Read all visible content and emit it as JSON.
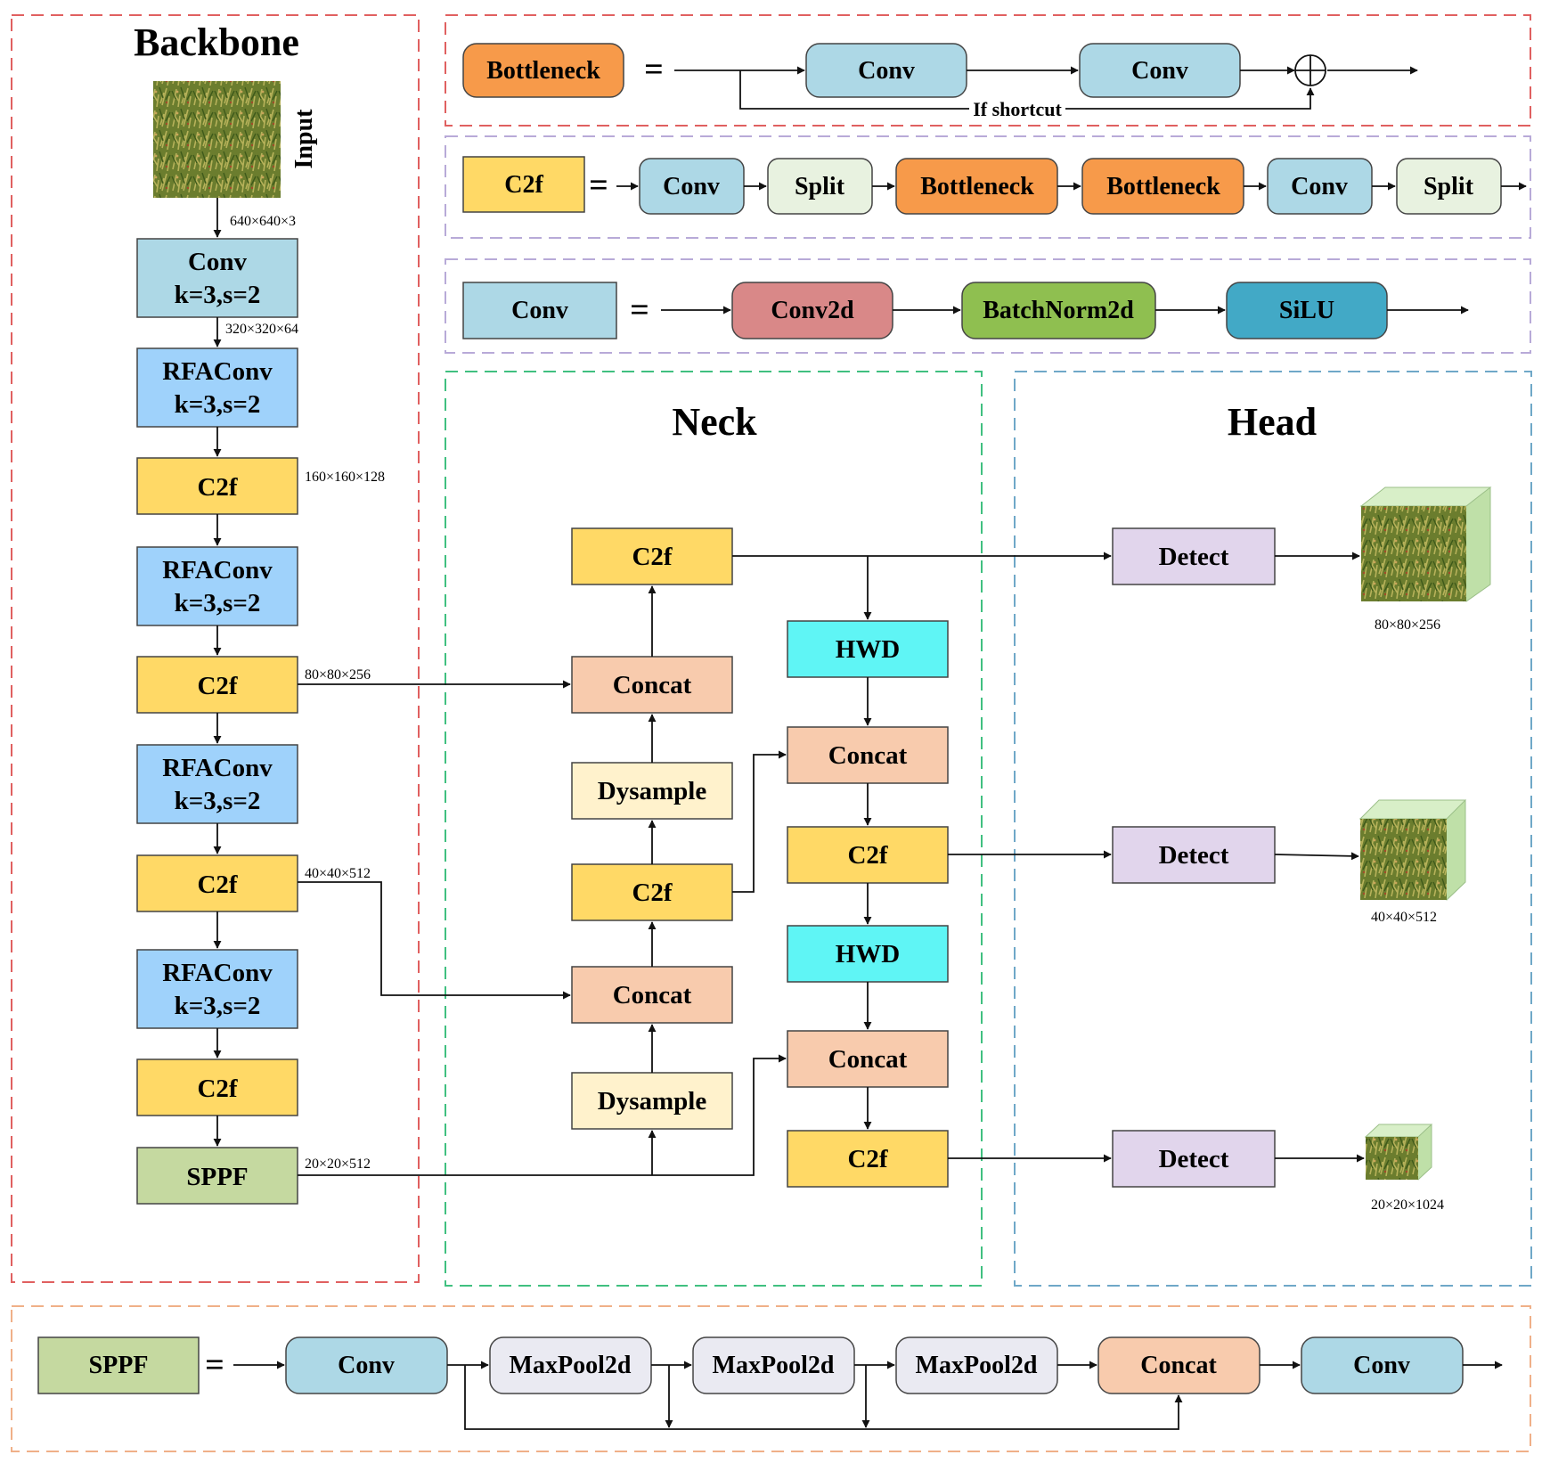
{
  "sections": {
    "backbone": "Backbone",
    "neck": "Neck",
    "head": "Head"
  },
  "labels": {
    "input": "Input",
    "shortcut": "If shortcut",
    "equals": "="
  },
  "colors": {
    "conv": "#add8e6",
    "rfaconv": "#9fd2fb",
    "c2f": "#ffd966",
    "sppf": "#c5d9a0",
    "concat": "#f8cbad",
    "dysample": "#fff2cc",
    "hwd": "#5ff5f5",
    "detect": "#e1d5ec",
    "bottleneck": "#f79a4a",
    "split": "#e8f2e0",
    "conv2d": "#d98888",
    "batchnorm2d": "#8fbf50",
    "silu": "#42a9c6",
    "maxpool2d": "#eaeaf2",
    "red_dash": "#e06060",
    "violet_dash": "#b8aad8",
    "green_dash": "#40c080",
    "blue_dash": "#6fa8c8",
    "orange_dash": "#f0b088"
  },
  "backbone": {
    "conv": {
      "line1": "Conv",
      "line2": "k=3,s=2"
    },
    "rfaconv_1": {
      "line1": "RFAConv",
      "line2": "k=3,s=2"
    },
    "c2f_1": "C2f",
    "rfaconv_2": {
      "line1": "RFAConv",
      "line2": "k=3,s=2"
    },
    "c2f_2": "C2f",
    "rfaconv_3": {
      "line1": "RFAConv",
      "line2": "k=3,s=2"
    },
    "c2f_3": "C2f",
    "rfaconv_4": {
      "line1": "RFAConv",
      "line2": "k=3,s=2"
    },
    "c2f_4": "C2f",
    "sppf": "SPPF",
    "dims": {
      "input": "640×640×3",
      "after_conv": "320×320×64",
      "c2f_1": "160×160×128",
      "c2f_2": "80×80×256",
      "c2f_3": "40×40×512",
      "sppf": "20×20×512"
    }
  },
  "neck": {
    "c2f_top": "C2f",
    "concat_1": "Concat",
    "dysample_1": "Dysample",
    "c2f_mid": "C2f",
    "concat_2": "Concat",
    "dysample_2": "Dysample",
    "hwd_1": "HWD",
    "concat_3": "Concat",
    "c2f_right_1": "C2f",
    "hwd_2": "HWD",
    "concat_4": "Concat",
    "c2f_right_2": "C2f"
  },
  "head": {
    "detect_1": "Detect",
    "detect_2": "Detect",
    "detect_3": "Detect",
    "out_1": "80×80×256",
    "out_2": "40×40×512",
    "out_3": "20×20×1024"
  },
  "legend": {
    "bottleneck": {
      "name": "Bottleneck",
      "parts": [
        "Conv",
        "Conv"
      ]
    },
    "c2f": {
      "name": "C2f",
      "parts": [
        "Conv",
        "Split",
        "Bottleneck",
        "Bottleneck",
        "Conv",
        "Split"
      ]
    },
    "conv": {
      "name": "Conv",
      "parts": [
        "Conv2d",
        "BatchNorm2d",
        "SiLU"
      ]
    },
    "sppf": {
      "name": "SPPF",
      "parts": [
        "Conv",
        "MaxPool2d",
        "MaxPool2d",
        "MaxPool2d",
        "Concat",
        "Conv"
      ]
    }
  }
}
